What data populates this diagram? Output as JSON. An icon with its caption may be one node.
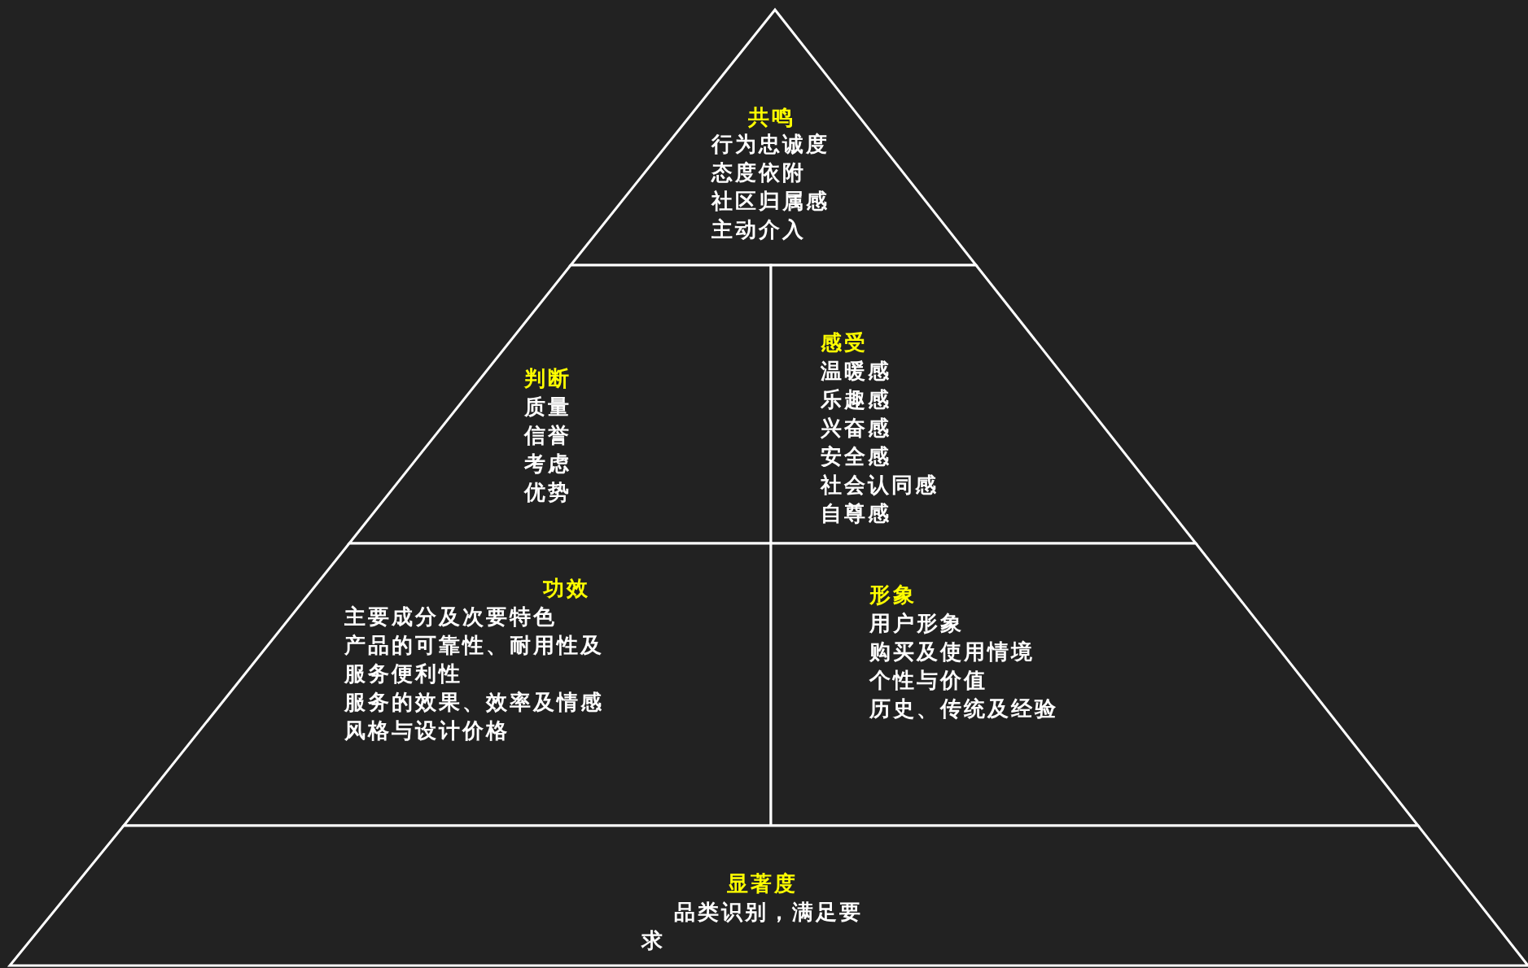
{
  "diagram": {
    "nodes": [
      {
        "text": [
          "共鸣",
          "行为忠诚度",
          "态度依附",
          "社区归属感",
          "主动介入"
        ]
      },
      {
        "text": [
          "判断",
          "质量",
          "信誉",
          "考虑",
          "优势"
        ]
      },
      {
        "text": [
          "感受",
          "温暖感",
          "乐趣感",
          "兴奋感",
          "安全感",
          "社会认同感",
          "自尊感"
        ]
      },
      {
        "text": [
          "功效",
          "主要成分及次要特色",
          "产品的可靠性、耐用性及服务便利性",
          "服务的效果、效率及情感",
          "风格与设计价格"
        ]
      },
      {
        "text": [
          "形象",
          "用户形象",
          "购买及使用情境",
          "个性与价值",
          "历史、传统及经验"
        ]
      },
      {
        "text": [
          "显著度",
          "品类识别，满足要求"
        ]
      }
    ]
  }
}
